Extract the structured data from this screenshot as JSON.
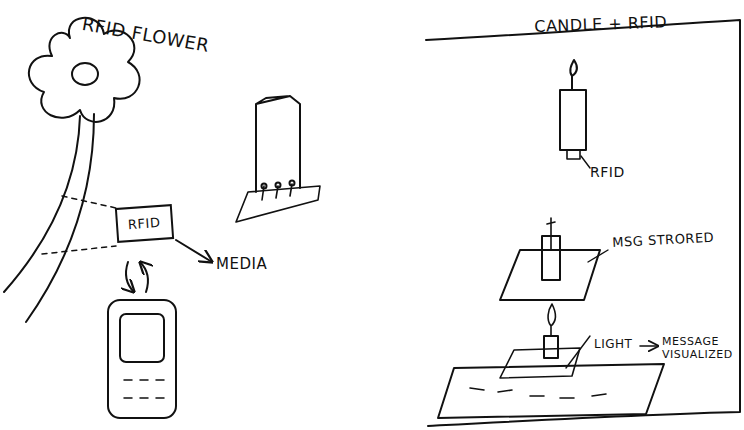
{
  "diagram": {
    "nodes": [
      {
        "text": [
          "RFID"
        ]
      }
    ],
    "labels": [
      "RFID FLOWER",
      "MEDIA",
      "CANDLE + RFID",
      "RFID",
      "MSG STRORED",
      "LIGHT",
      "MESSAGE VISUALIZED"
    ]
  }
}
